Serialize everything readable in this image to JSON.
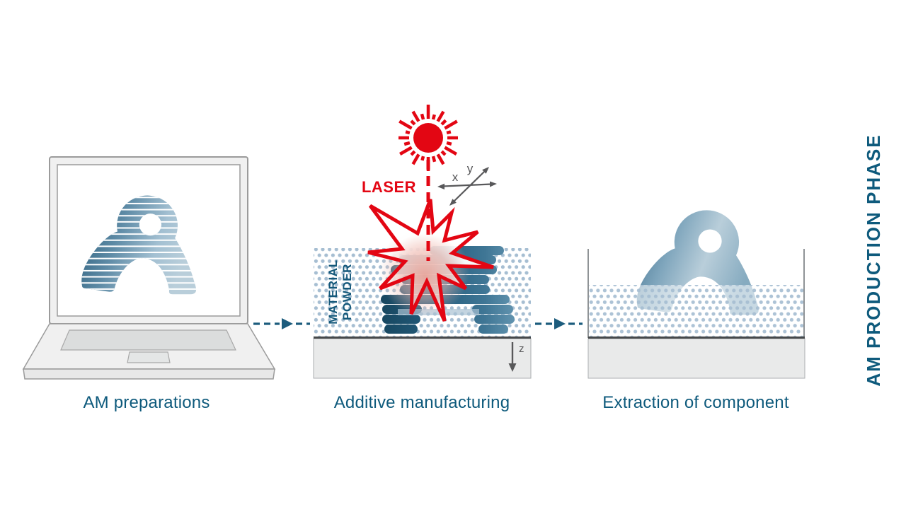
{
  "diagram_title": "AM PRODUCTION PHASE",
  "stages": [
    {
      "id": "preparation",
      "label": "AM preparations"
    },
    {
      "id": "manufacturing",
      "label": "Additive manufacturing"
    },
    {
      "id": "extraction",
      "label": "Extraction of component"
    }
  ],
  "labels": {
    "laser": "LASER",
    "material_powder": {
      "line1": "MATERIAL",
      "line2": "POWDER"
    },
    "axes": {
      "x": "x",
      "y": "y",
      "z": "z"
    }
  },
  "colors": {
    "accent_teal": "#0E5A7C",
    "laser_red": "#E30613",
    "axis_gray": "#58585A",
    "powder_dot": "#A6BED2",
    "part_dark_blue": "#1B4A63",
    "platform_gray": "#E9EAEA"
  }
}
